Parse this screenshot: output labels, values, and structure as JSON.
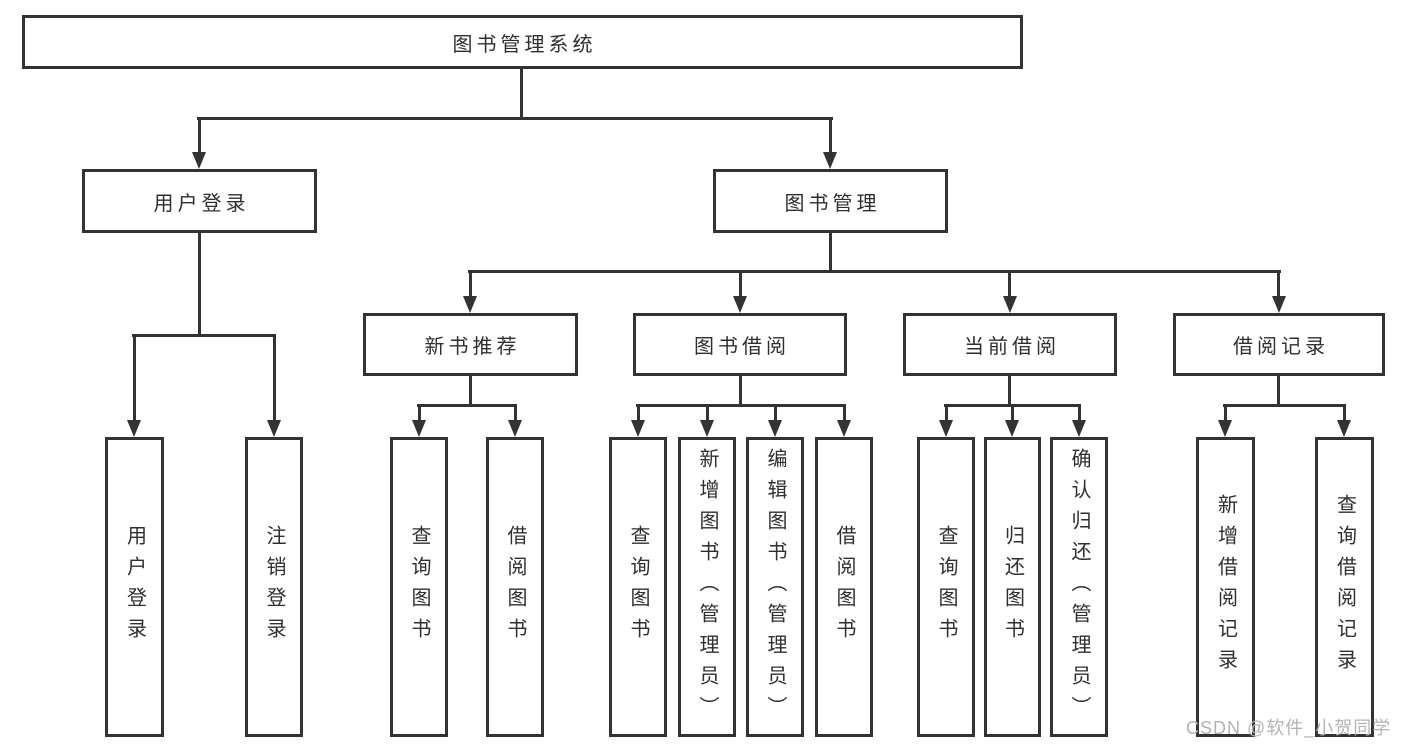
{
  "tree": {
    "label": "图书管理系统",
    "children": [
      {
        "label": "用户登录",
        "children": [
          {
            "label": "用户登录"
          },
          {
            "label": "注销登录"
          }
        ]
      },
      {
        "label": "图书管理",
        "children": [
          {
            "label": "新书推荐",
            "children": [
              {
                "label": "查询图书"
              },
              {
                "label": "借阅图书"
              }
            ]
          },
          {
            "label": "图书借阅",
            "children": [
              {
                "label": "查询图书"
              },
              {
                "label": "新增图书（管理员）"
              },
              {
                "label": "编辑图书（管理员）"
              },
              {
                "label": "借阅图书"
              }
            ]
          },
          {
            "label": "当前借阅",
            "children": [
              {
                "label": "查询图书"
              },
              {
                "label": "归还图书"
              },
              {
                "label": "确认归还（管理员）"
              }
            ]
          },
          {
            "label": "借阅记录",
            "children": [
              {
                "label": "新增借阅记录"
              },
              {
                "label": "查询借阅记录"
              }
            ]
          }
        ]
      }
    ]
  },
  "watermark": {
    "text": "CSDN @软件_小贺同学"
  },
  "colors": {
    "line": "#333333",
    "text": "#2f2f2f",
    "background": "#ffffff",
    "watermark": "#b3b3b3"
  }
}
